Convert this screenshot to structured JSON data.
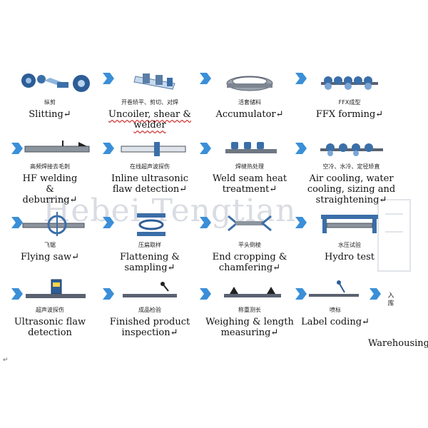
{
  "steps": [
    {
      "cn": "纵剪",
      "en": "Slitting↵"
    },
    {
      "cn": "开卷矫平、剪切、对焊",
      "en": "Uncoiler, shear & welder"
    },
    {
      "cn": "活套储料",
      "en": "Accumulator↵"
    },
    {
      "cn": "FFX成型",
      "en": "FFX forming↵"
    },
    {
      "cn": "高频焊接去毛刺",
      "en": "HF welding & deburring↵"
    },
    {
      "cn": "在线超声波探伤",
      "en": "Inline ultrasonic flaw detection↵"
    },
    {
      "cn": "焊缝热处理",
      "en": "Weld seam heat treatment↵"
    },
    {
      "cn": "空冷、水冷、定径矫直",
      "en": "Air cooling, water cooling, sizing and straightening↵"
    },
    {
      "cn": "飞锯",
      "en": "Flying saw↵"
    },
    {
      "cn": "压扁取样",
      "en": "Flattening & sampling↵"
    },
    {
      "cn": "平头倒棱",
      "en": "End cropping & chamfering↵"
    },
    {
      "cn": "水压试验",
      "en": "Hydro test"
    },
    {
      "cn": "超声波探伤",
      "en": "Ultrasonic flaw detection"
    },
    {
      "cn": "成品检验",
      "en": "Finished product inspection↵"
    },
    {
      "cn": "称重测长",
      "en": "Weighing & length measuring↵"
    },
    {
      "cn": "喷标",
      "en": "Label coding↵"
    },
    {
      "cn": "入库",
      "en": "Warehousing↵"
    }
  ],
  "watermark": "Hebei Tengtian",
  "end_mark": "↵",
  "colors": {
    "arrow": "#3a8fd8",
    "machine": "#3b6fa8",
    "steel": "#5a6270",
    "dark": "#222222"
  }
}
